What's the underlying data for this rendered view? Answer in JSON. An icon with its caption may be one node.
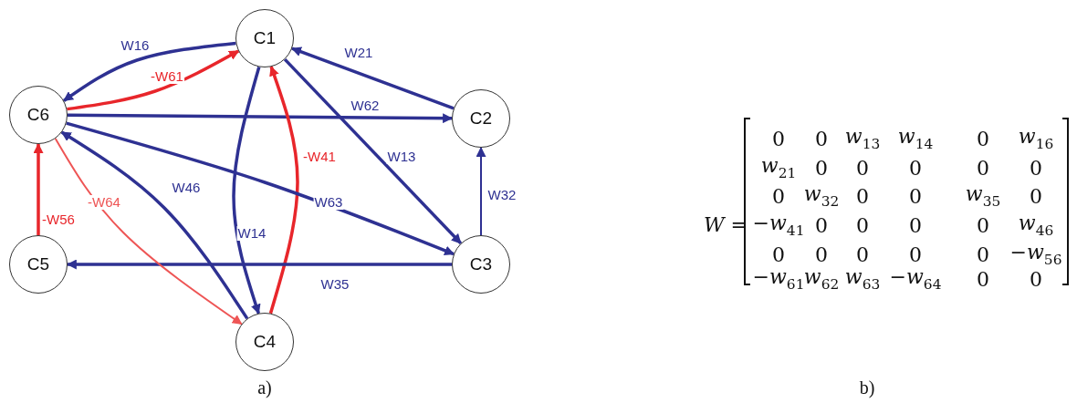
{
  "diagram": {
    "nodes": [
      {
        "text": [
          "C1"
        ]
      },
      {
        "text": [
          "C2"
        ]
      },
      {
        "text": [
          "C6"
        ]
      },
      {
        "text": [
          "C5"
        ]
      },
      {
        "text": [
          "C3"
        ]
      },
      {
        "text": [
          "C4"
        ]
      }
    ],
    "edges": [
      {
        "from": 0,
        "to": 2,
        "arrow": "to",
        "label": "W16"
      },
      {
        "from": 2,
        "to": 0,
        "arrow": "to",
        "label": "-W61",
        "color": "#e8262b"
      },
      {
        "from": 1,
        "to": 0,
        "arrow": "to",
        "label": "W21"
      },
      {
        "from": 2,
        "to": 1,
        "arrow": "to",
        "label": "W62"
      },
      {
        "from": 0,
        "to": 4,
        "arrow": "to",
        "label": "W13"
      },
      {
        "from": 0,
        "to": 5,
        "arrow": "to",
        "label": "W14"
      },
      {
        "from": 5,
        "to": 0,
        "arrow": "to",
        "label": "-W41",
        "color": "#e8262b"
      },
      {
        "from": 5,
        "to": 2,
        "arrow": "to",
        "label": "W46"
      },
      {
        "from": 2,
        "to": 4,
        "arrow": "to",
        "label": "W63"
      },
      {
        "from": 4,
        "to": 1,
        "arrow": "to",
        "label": "W32"
      },
      {
        "from": 4,
        "to": 3,
        "arrow": "to",
        "label": "W35"
      },
      {
        "from": 3,
        "to": 2,
        "arrow": "to",
        "label": "-W56",
        "color": "#e8262b"
      },
      {
        "from": 2,
        "to": 5,
        "arrow": "to",
        "label": "-W64",
        "color": "#ee5555"
      }
    ],
    "labels": [
      "*W* =",
      "0",
      "0",
      "*w*$_{13}$",
      "*w*$_{14}$",
      "0",
      "*w*$_{16}$",
      "*w*$_{21}$",
      "0",
      "0",
      "0",
      "0",
      "0",
      "0",
      "*w*$_{32}$",
      "0",
      "0",
      "*w*$_{35}$",
      "0",
      "−*w*$_{41}$",
      "0",
      "0",
      "0",
      "0",
      "*w*$_{46}$",
      "0",
      "0",
      "0",
      "0",
      "0",
      "−*w*$_{56}$",
      "−*w*$_{61}$",
      "*w*$_{62}$",
      "*w*$_{63}$",
      "−*w*$_{64}$",
      "0",
      "0",
      "a)",
      "b)"
    ]
  }
}
